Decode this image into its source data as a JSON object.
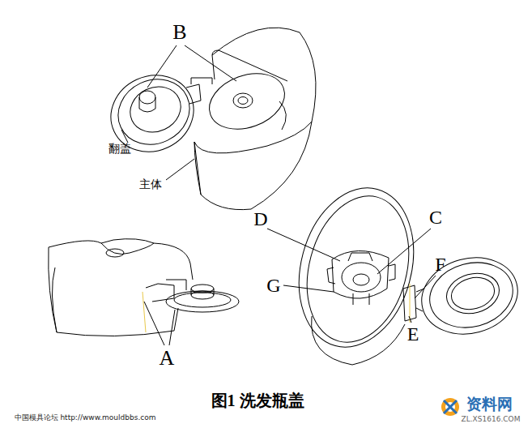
{
  "diagram": {
    "caption": "图1 洗发瓶盖",
    "labels": [
      "B",
      "翻盖",
      "主体",
      "A",
      "D",
      "C",
      "G",
      "F",
      "E",
      "中国模具论坛 http://www.mouldbbs.com",
      "资料网",
      "ZL.XS1616.COM"
    ]
  }
}
